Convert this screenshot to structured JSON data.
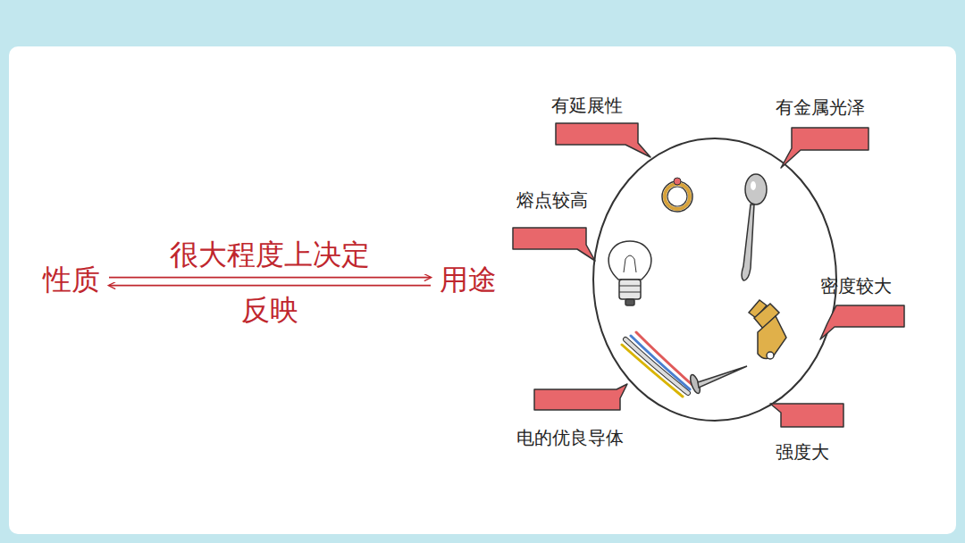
{
  "diagram": {
    "nodes": [
      {
        "text": [
          "性质"
        ]
      },
      {
        "text": [
          "用途"
        ]
      }
    ],
    "edges": [
      {
        "from": 0,
        "to": 1,
        "arrow": "to",
        "label": "很大程度上决定"
      },
      {
        "from": 1,
        "to": 0,
        "arrow": "to",
        "label": "反映"
      }
    ],
    "labels": [
      "有延展性",
      "有金属光泽",
      "熔点较高",
      "密度较大",
      "电的优良导体",
      "强度大"
    ]
  }
}
